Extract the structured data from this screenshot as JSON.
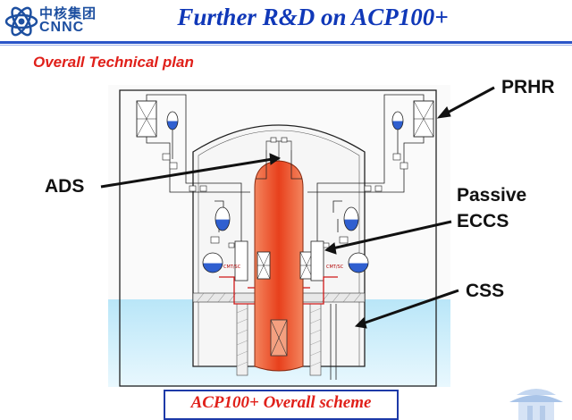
{
  "header": {
    "logo_cn": "中核集团",
    "logo_en": "CNNC",
    "title": "Further R&D on ACP100+"
  },
  "subtitle": "Overall Technical plan",
  "callouts": {
    "prhr": "PRHR",
    "ads": "ADS",
    "passive_eccs": "Passive ECCS",
    "passive_line1": "Passive",
    "passive_line2": "ECCS",
    "css": "CSS"
  },
  "diagram_tags": {
    "left_vessel": "CMT/SC",
    "right_vessel": "CMT/SC"
  },
  "caption": "ACP100+ Overall scheme",
  "colors": {
    "title_blue": "#1038b8",
    "subtitle_red": "#e0201a",
    "reactor_orange": "#f06030",
    "water_blue": "#cfeefb"
  }
}
